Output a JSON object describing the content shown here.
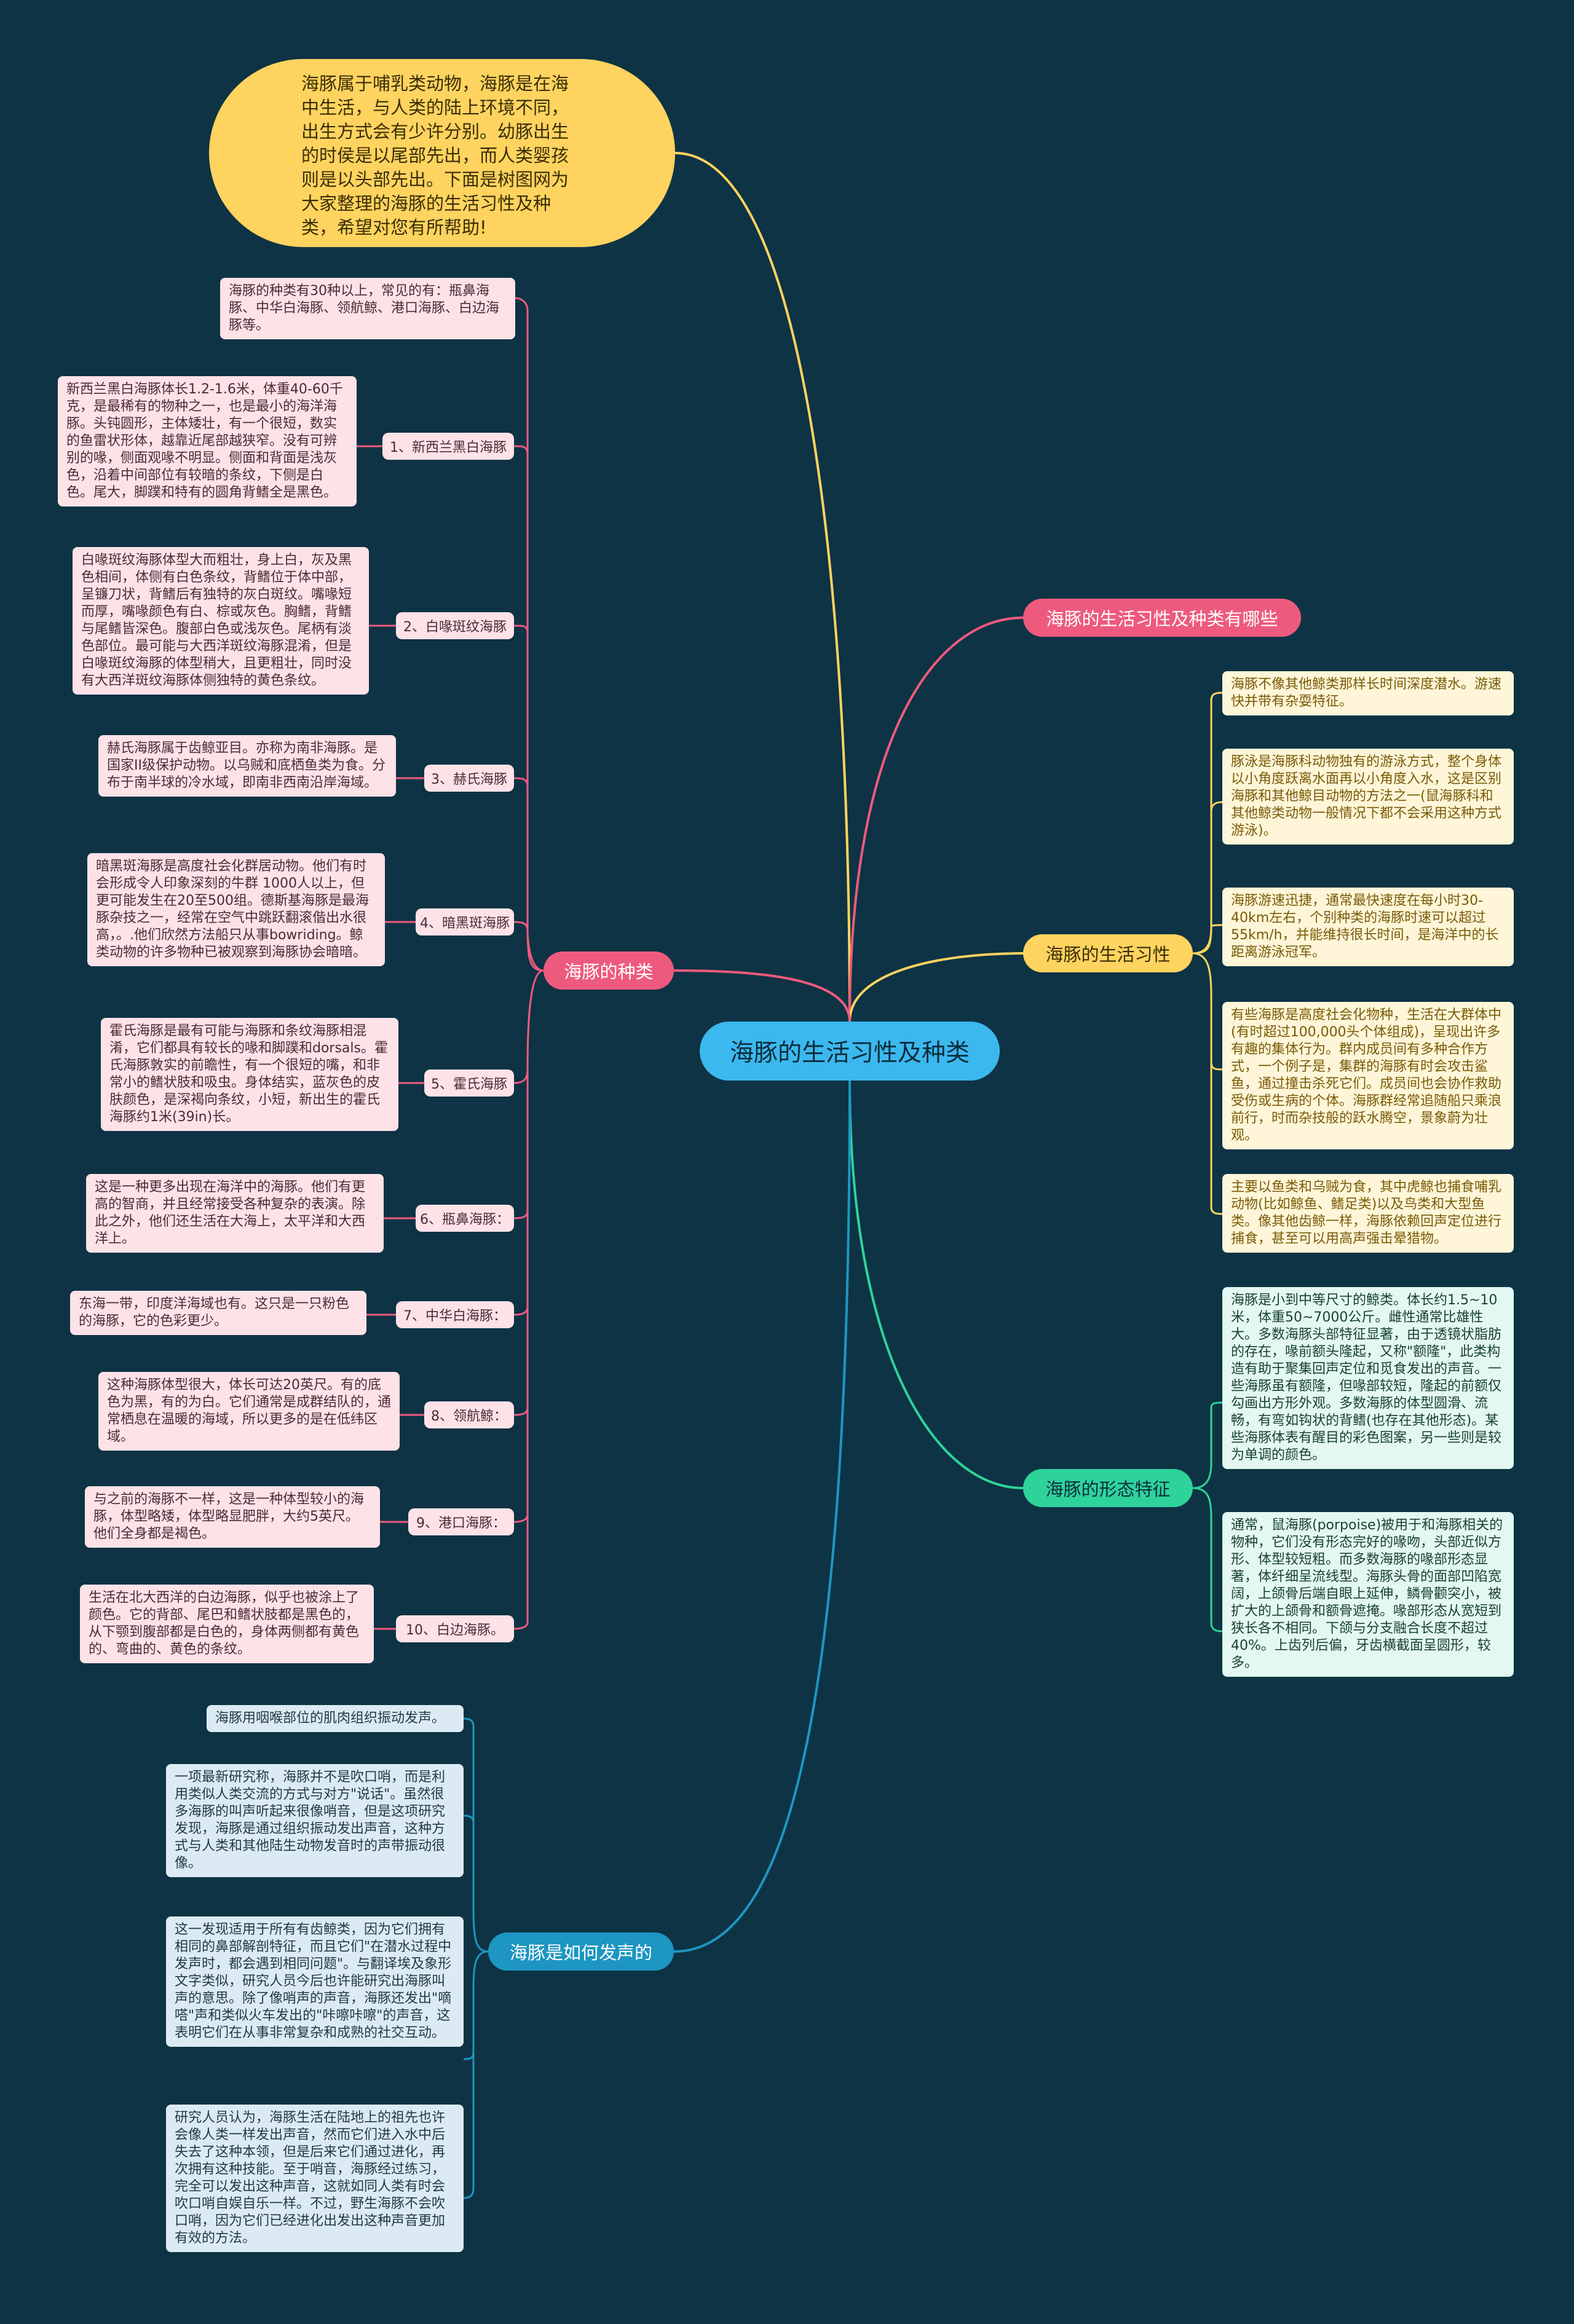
{
  "root": {
    "label": "海豚的生活习性及种类"
  },
  "intro": {
    "text": "海豚属于哺乳类动物，海豚是在海中生活，与人类的陆上环境不同，出生方式会有少许分别。幼豚出生的时侯是以尾部先出，而人类婴孩则是以头部先出。下面是树图网为大家整理的海豚的生活习性及种类，希望对您有所帮助!"
  },
  "branch_habits_kinds": {
    "label": "海豚的生活习性及种类有哪些"
  },
  "branch_habits": {
    "label": "海豚的生活习性",
    "leaves": [
      "海豚不像其他鲸类那样长时间深度潜水。游速快并带有杂耍特征。",
      "豚泳是海豚科动物独有的游泳方式，整个身体以小角度跃离水面再以小角度入水，这是区别海豚和其他鲸目动物的方法之一(鼠海豚科和其他鲸类动物一般情况下都不会采用这种方式游泳)。",
      "海豚游速迅捷，通常最快速度在每小时30-40km左右，个别种类的海豚时速可以超过55km/h，并能维持很长时间，是海洋中的长距离游泳冠军。",
      "有些海豚是高度社会化物种，生活在大群体中(有时超过100,000头个体组成)，呈现出许多有趣的集体行为。群内成员间有多种合作方式，一个例子是，集群的海豚有时会攻击鲨鱼，通过撞击杀死它们。成员间也会协作救助受伤或生病的个体。海豚群经常追随船只乘浪前行，时而杂技般的跃水腾空，景象蔚为壮观。",
      "主要以鱼类和乌贼为食，其中虎鲸也捕食哺乳动物(比如鲸鱼、鳍足类)以及鸟类和大型鱼类。像其他齿鲸一样，海豚依赖回声定位进行捕食，甚至可以用高声强击晕猎物。"
    ]
  },
  "branch_form": {
    "label": "海豚的形态特征",
    "leaves": [
      "海豚是小到中等尺寸的鲸类。体长约1.5~10米，体重50~7000公斤。雌性通常比雄性大。多数海豚头部特征显著，由于透镜状脂肪的存在，喙前额头隆起，又称\"额隆\"，此类构造有助于聚集回声定位和觅食发出的声音。一些海豚虽有额隆，但喙部较短，隆起的前额仅勾画出方形外观。多数海豚的体型圆滑、流畅，有弯如钩状的背鳍(也存在其他形态)。某些海豚体表有醒目的彩色图案，另一些则是较为单调的颜色。",
      "通常，鼠海豚(porpoise)被用于和海豚相关的物种，它们没有形态完好的喙吻，头部近似方形、体型较短粗。而多数海豚的喙部形态显著，体纤细呈流线型。海豚头骨的面部凹陷宽阔，上颌骨后端自眼上延伸，鳞骨颧突小，被扩大的上颌骨和额骨遮掩。喙部形态从宽短到狭长各不相同。下颌与分支融合长度不超过40%。上齿列后偏，牙齿横截面呈圆形，较多。"
    ]
  },
  "branch_kinds": {
    "label": "海豚的种类",
    "summary": "海豚的种类有30种以上，常见的有：瓶鼻海豚、中华白海豚、领航鲸、港口海豚、白边海豚等。",
    "items": [
      {
        "label": "1、新西兰黑白海豚",
        "desc": "新西兰黑白海豚体长1.2-1.6米，体重40-60千克，是最稀有的物种之一，也是最小的海洋海豚。头钝圆形，主体矮壮，有一个很短，数实的鱼雷状形体，越靠近尾部越狭窄。没有可辨别的喙，侧面观喙不明显。侧面和背面是浅灰色，沿着中间部位有较暗的条纹，下侧是白色。尾大，脚蹼和特有的圆角背鳍全是黑色。"
      },
      {
        "label": "2、白喙斑纹海豚",
        "desc": "白喙斑纹海豚体型大而粗壮，身上白，灰及黑色相间，体侧有白色条纹，背鳍位于体中部，呈镰刀状，背鳍后有独特的灰白斑纹。嘴喙短而厚，嘴喙颜色有白、棕或灰色。胸鳍，背鳍与尾鳍皆深色。腹部白色或浅灰色。尾柄有淡色部位。最可能与大西洋斑纹海豚混淆，但是白喙斑纹海豚的体型稍大，且更粗壮，同时没有大西洋斑纹海豚体侧独特的黄色条纹。"
      },
      {
        "label": "3、赫氏海豚",
        "desc": "赫氏海豚属于齿鲸亚目。亦称为南非海豚。是国家II级保护动物。以乌贼和底栖鱼类为食。分布于南半球的冷水域，即南非西南沿岸海域。"
      },
      {
        "label": "4、暗黑斑海豚",
        "desc": "暗黑斑海豚是高度社会化群居动物。他们有时会形成令人印象深刻的牛群 1000人以上，但更可能发生在20至500组。德斯基海豚是最海豚杂技之一，经常在空气中跳跃翻滚偕出水很高，。.他们欣然方法船只从事bowriding。鲸类动物的许多物种已被观察到海豚协会暗暗。"
      },
      {
        "label": "5、霍氏海豚",
        "desc": "霍氏海豚是最有可能与海豚和条纹海豚相混淆，它们都具有较长的喙和脚蹼和dorsals。霍氏海豚敦实的前瞻性，有一个很短的嘴，和非常小的鳍状肢和吸虫。身体结实，蓝灰色的皮肤颜色，是深褐向条纹，小短，新出生的霍氏海豚约1米(39in)长。"
      },
      {
        "label": "6、瓶鼻海豚：",
        "desc": "这是一种更多出现在海洋中的海豚。他们有更高的智商，并且经常接受各种复杂的表演。除此之外，他们还生活在大海上，太平洋和大西洋上。"
      },
      {
        "label": "7、中华白海豚：",
        "desc": "东海一带，印度洋海域也有。这只是一只粉色的海豚，它的色彩更少。"
      },
      {
        "label": "8、领航鲸：",
        "desc": "这种海豚体型很大，体长可达20英尺。有的底色为黑，有的为白。它们通常是成群结队的，通常栖息在温暖的海域，所以更多的是在低纬区域。"
      },
      {
        "label": "9、港口海豚：",
        "desc": "与之前的海豚不一样，这是一种体型较小的海豚，体型略矮，体型略显肥胖，大约5英尺。他们全身都是褐色。"
      },
      {
        "label": "10、白边海豚。",
        "desc": "生活在北大西洋的白边海豚，似乎也被涂上了颜色。它的背部、尾巴和鳍状肢都是黑色的，从下颚到腹部都是白色的，身体两侧都有黄色的、弯曲的、黄色的条纹。"
      }
    ]
  },
  "branch_sound": {
    "label": "海豚是如何发声的",
    "leaves": [
      "海豚用咽喉部位的肌肉组织振动发声。",
      "一项最新研究称，海豚并不是吹口哨，而是利用类似人类交流的方式与对方\"说话\"。虽然很多海豚的叫声听起来很像哨音，但是这项研究发现，海豚是通过组织振动发出声音，这种方式与人类和其他陆生动物发音时的声带振动很像。",
      "这一发现适用于所有有齿鲸类，因为它们拥有相同的鼻部解剖特征，而且它们\"在潜水过程中发声时，都会遇到相同问题\"。与翻译埃及象形文字类似，研究人员今后也许能研究出海豚叫声的意思。除了像哨声的声音，海豚还发出\"嘀嗒\"声和类似火车发出的\"咔嚓咔嚓\"的声音，这表明它们在从事非常复杂和成熟的社交互动。",
      "研究人员认为，海豚生活在陆地上的祖先也许会像人类一样发出声音，然而它们进入水中后失去了这种本领，但是后来它们通过进化，再次拥有这种技能。至于哨音，海豚经过练习，完全可以发出这种声音，这就如同人类有时会吹口哨自娱自乐一样。不过，野生海豚不会吹口哨，因为它们已经进化出发出这种声音更加有效的方法。"
    ]
  },
  "colors": {
    "background": "#0e3344",
    "root": "#3bb8ee",
    "yellow": "#ffd35f",
    "pink": "#ee5a7e",
    "green": "#2ed39c",
    "blue": "#1d96c2"
  }
}
